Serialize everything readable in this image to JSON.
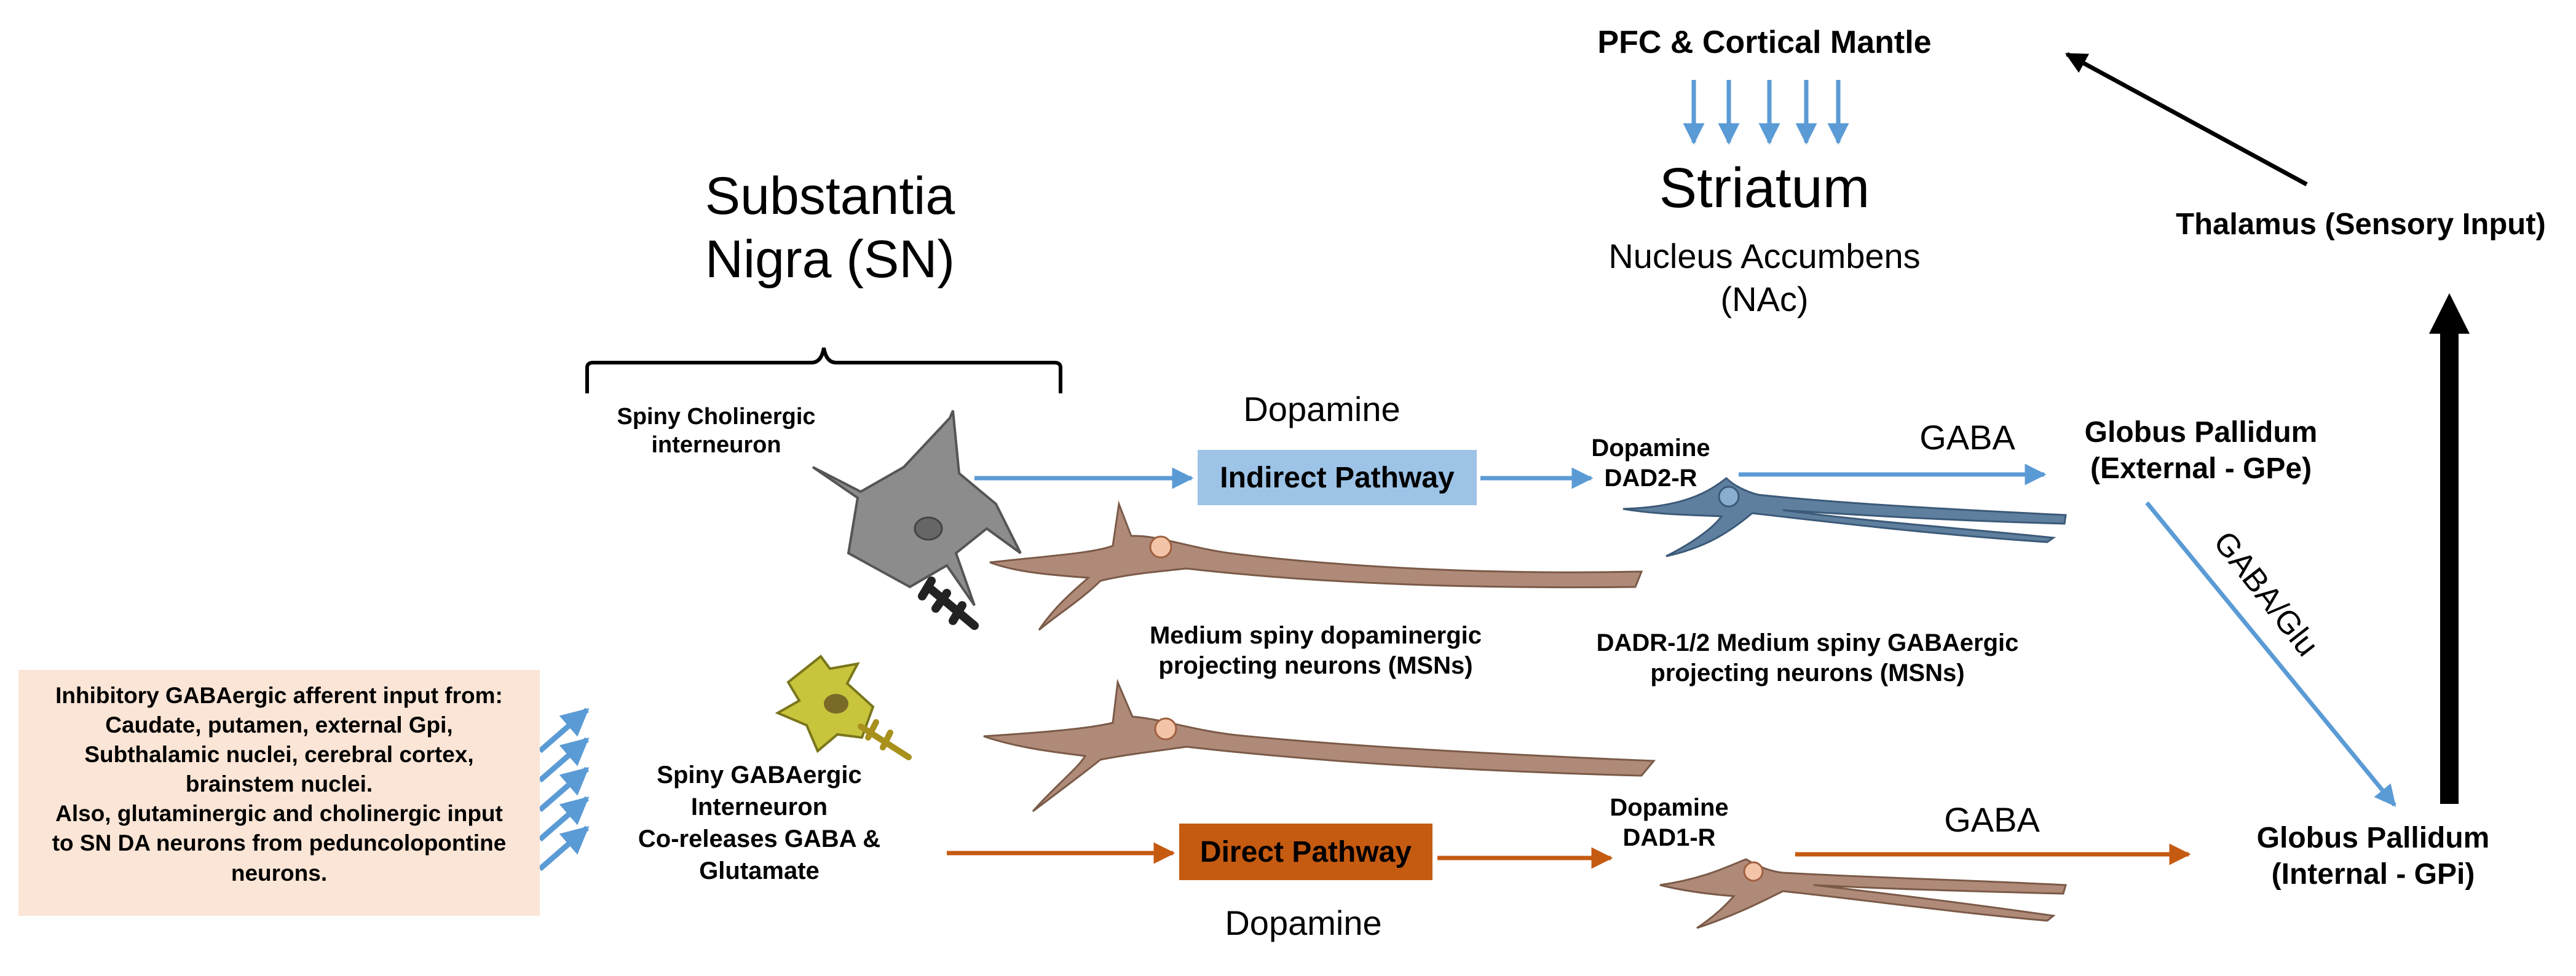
{
  "title": {
    "substantia_nigra_line1": "Substantia",
    "substantia_nigra_line2": "Nigra (SN)",
    "striatum": "Striatum",
    "nucleus_accumbens_line1": "Nucleus Accumbens",
    "nucleus_accumbens_line2": "(NAc)",
    "pfc": "PFC & Cortical Mantle",
    "thalamus": "Thalamus (Sensory Input)"
  },
  "labels": {
    "cholinergic_line1": "Spiny Cholinergic",
    "cholinergic_line2": "interneuron",
    "msn_dopaminergic_line1": "Medium spiny dopaminergic",
    "msn_dopaminergic_line2": "projecting neurons (MSNs)",
    "msn_gabaergic_line1": "DADR-1/2 Medium spiny GABAergic",
    "msn_gabaergic_line2": "projecting neurons (MSNs)",
    "gabaergic_line1": "Spiny GABAergic",
    "gabaergic_line2": "Interneuron",
    "gabaergic_line3": "Co-releases GABA &",
    "gabaergic_line4": "Glutamate",
    "dopamine_top": "Dopamine",
    "dopamine_bottom": "Dopamine",
    "dad2_line1": "Dopamine",
    "dad2_line2": "DAD2-R",
    "dad1_line1": "Dopamine",
    "dad1_line2": "DAD1-R",
    "gaba_top": "GABA",
    "gaba_bottom": "GABA",
    "gaba_glu": "GABA/Glu",
    "gpe_line1": "Globus Pallidum",
    "gpe_line2": "(External - GPe)",
    "gpi_line1": "Globus Pallidum",
    "gpi_line2": "(Internal - GPi)"
  },
  "pathways": {
    "indirect": "Indirect Pathway",
    "direct": "Direct Pathway"
  },
  "afferent_box": {
    "lines": [
      "Inhibitory GABAergic afferent input from:",
      "Caudate, putamen, external Gpi,",
      "Subthalamic nuclei, cerebral cortex,",
      "brainstem nuclei.",
      "Also, glutaminergic and cholinergic input",
      "to SN DA neurons from peduncolopontine",
      "neurons."
    ]
  },
  "colors": {
    "blue_arrow": "#5b9bd5",
    "orange_arrow": "#c55a11",
    "indirect_box": "#9dc3e6",
    "direct_box": "#c55a11",
    "afferent_box": "#fbe5d6",
    "neuron_brown": "#b08a78",
    "neuron_gray": "#8c8c8c",
    "neuron_yellow": "#c8c43c",
    "neuron_blue": "#5f7f9f"
  }
}
